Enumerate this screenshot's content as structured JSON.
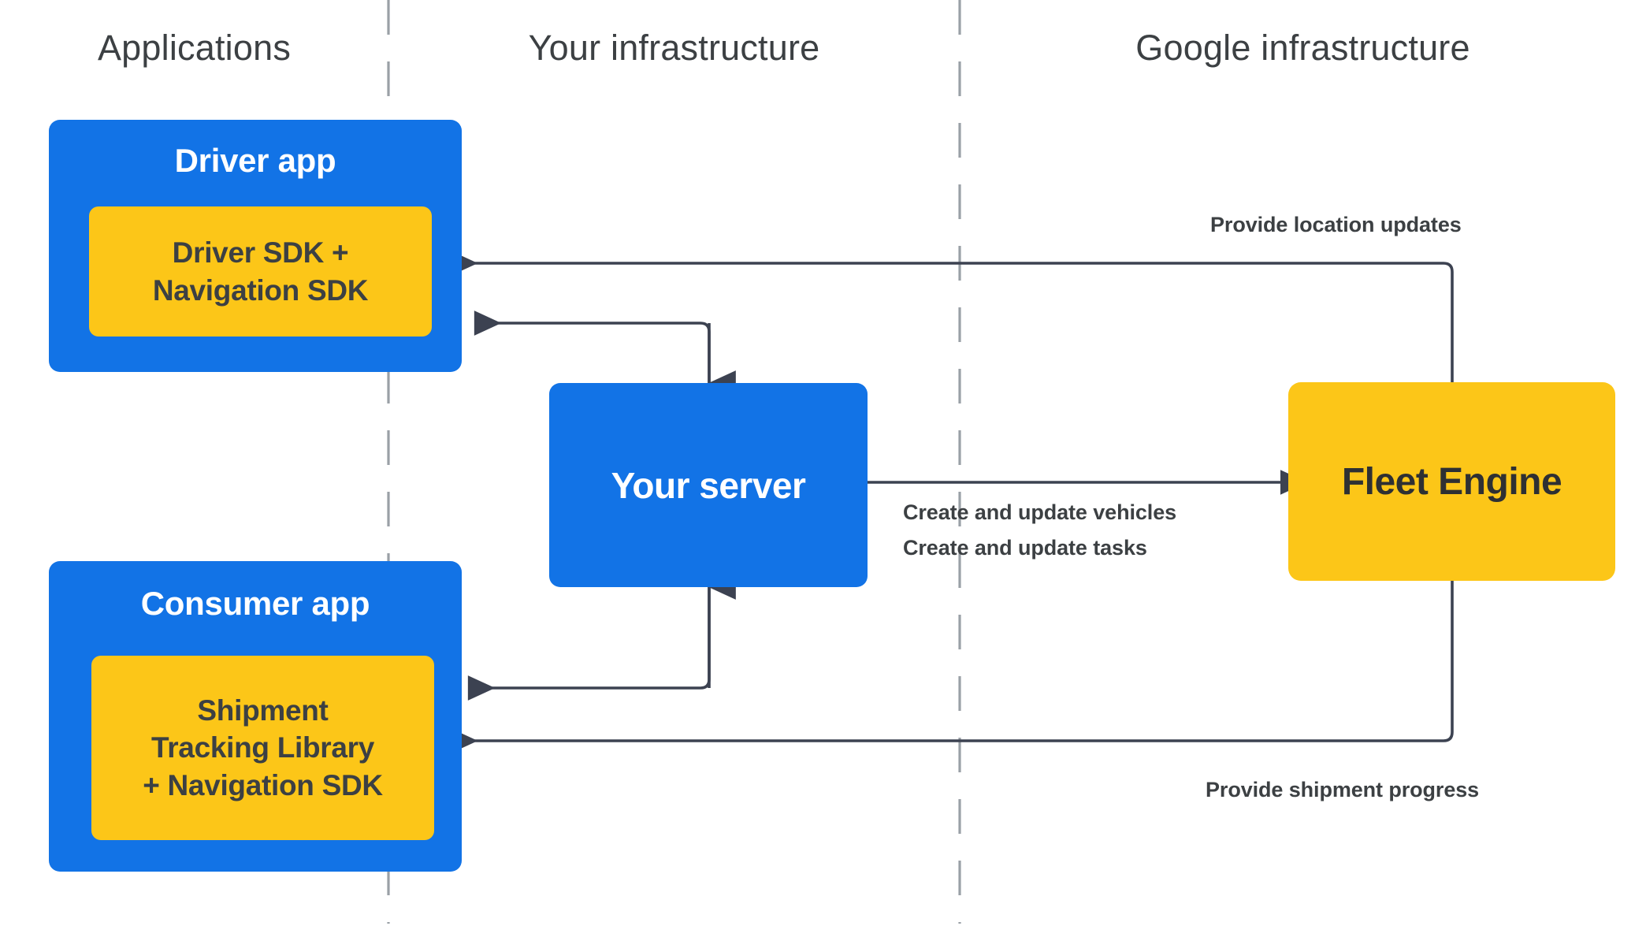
{
  "columns": [
    {
      "label": "Applications"
    },
    {
      "label": "Your infrastructure"
    },
    {
      "label": "Google infrastructure"
    }
  ],
  "nodes": {
    "driver_app": {
      "title": "Driver app",
      "sdk_line1": "Driver SDK +",
      "sdk_line2": "Navigation SDK"
    },
    "consumer_app": {
      "title": "Consumer app",
      "sdk_line1": "Shipment",
      "sdk_line2": "Tracking Library",
      "sdk_line3": "+ Navigation SDK"
    },
    "your_server": {
      "title": "Your server"
    },
    "fleet_engine": {
      "title": "Fleet Engine"
    }
  },
  "edge_labels": {
    "location_updates": "Provide location updates",
    "create_vehicles": "Create and update vehicles",
    "create_tasks": "Create and update tasks",
    "shipment_progress": "Provide shipment progress"
  },
  "colors": {
    "blue": "#1273e6",
    "yellow": "#fcc618",
    "text_dark": "#3c4043",
    "arrow": "#3c4251",
    "divider": "#9aa0a6",
    "background": "#ffffff"
  }
}
